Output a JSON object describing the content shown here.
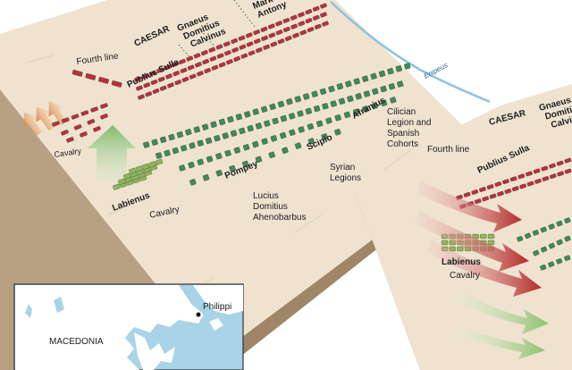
{
  "main_diagram": {
    "commanders_caesar": {
      "caesar": "CAESAR",
      "gnaeus": [
        "Gnaeus",
        "Domitius",
        "Calvinus"
      ],
      "mark": [
        "Mark",
        "Antony"
      ],
      "publius": "Publius Sulla",
      "fourth_line": "Fourth line",
      "cavalry": "Cavalry"
    },
    "commanders_pompey": {
      "labienus": "Labienus",
      "cavalry": "Cavalry",
      "pompey": "Pompey",
      "lucius": [
        "Lucius",
        "Domitius",
        "Ahenobarbus"
      ],
      "scipio": "Scipio",
      "syrian": [
        "Syrian",
        "Legions"
      ],
      "afranius": "Afranius",
      "cilician": [
        "Cilician",
        "Legion and",
        "Spanish",
        "Cohorts"
      ]
    },
    "river": "Enipeus"
  },
  "second_diagram": {
    "caesar": "CAESAR",
    "gnaeus": [
      "Gnaeus",
      "Domitiu",
      "Calvi"
    ],
    "fourth_line": "Fourth line",
    "publius": "Publius Sulla",
    "labienus": "Labienus",
    "cavalry": "Cavalry"
  },
  "inset_map": {
    "city": "Philippi",
    "region": "MACEDONIA"
  },
  "colors": {
    "terrain_top": "#efe3d0",
    "terrain_side": "#b8a082",
    "caesar_units": "#b8323b",
    "pompey_units": "#3f8a58",
    "pompey_cavalry": "#8fb65a",
    "advance_arrow_orange": "#d9823e",
    "counter_arrow_green": "#8fc07a",
    "attack_arrow_red": "#b82f2f",
    "sea": "#a9d3e6"
  }
}
